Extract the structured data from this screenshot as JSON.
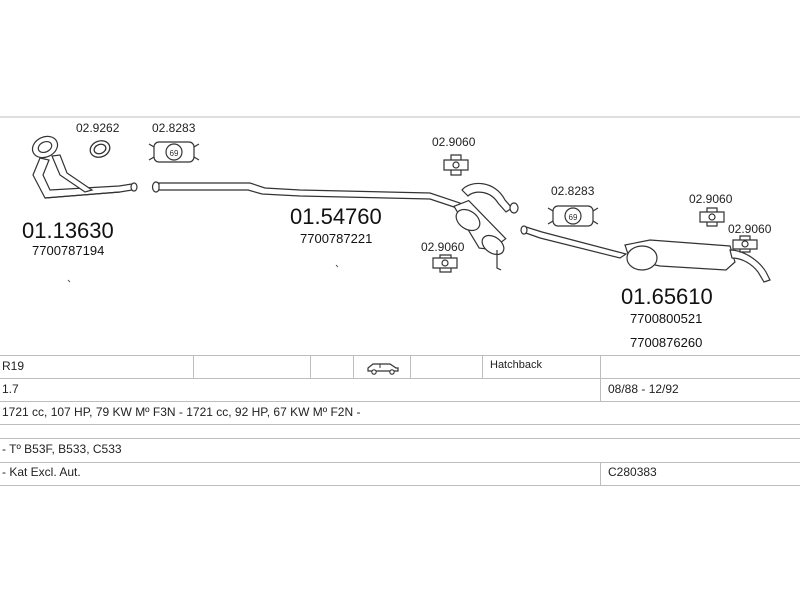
{
  "parts": [
    {
      "code": "01.13630",
      "ref": "7700787194"
    },
    {
      "code": "01.54760",
      "ref": "7700787221"
    },
    {
      "code": "01.65610",
      "refs": [
        "7700800521",
        "7700876260"
      ]
    }
  ],
  "fittings": {
    "a": "02.9262",
    "b": "02.8283",
    "c": "02.9060",
    "d": "02.9060",
    "e": "02.8283",
    "f": "02.9060",
    "g": "02.9060"
  },
  "hanger_badge": "69",
  "table": {
    "model": "R19",
    "body_type": "Hatchback",
    "engine_size": "1.7",
    "years": "08/88 - 12/92",
    "engine_spec": "1721 cc, 107 HP, 79 KW Mº F3N - 1721 cc, 92 HP, 67 KW Mº F2N -",
    "type_codes": "- Tº B53F, B533, C533",
    "note": "- Kat Excl. Aut.",
    "kit_code": "C280383"
  },
  "icons": {
    "car": "hatchback-car-icon"
  }
}
